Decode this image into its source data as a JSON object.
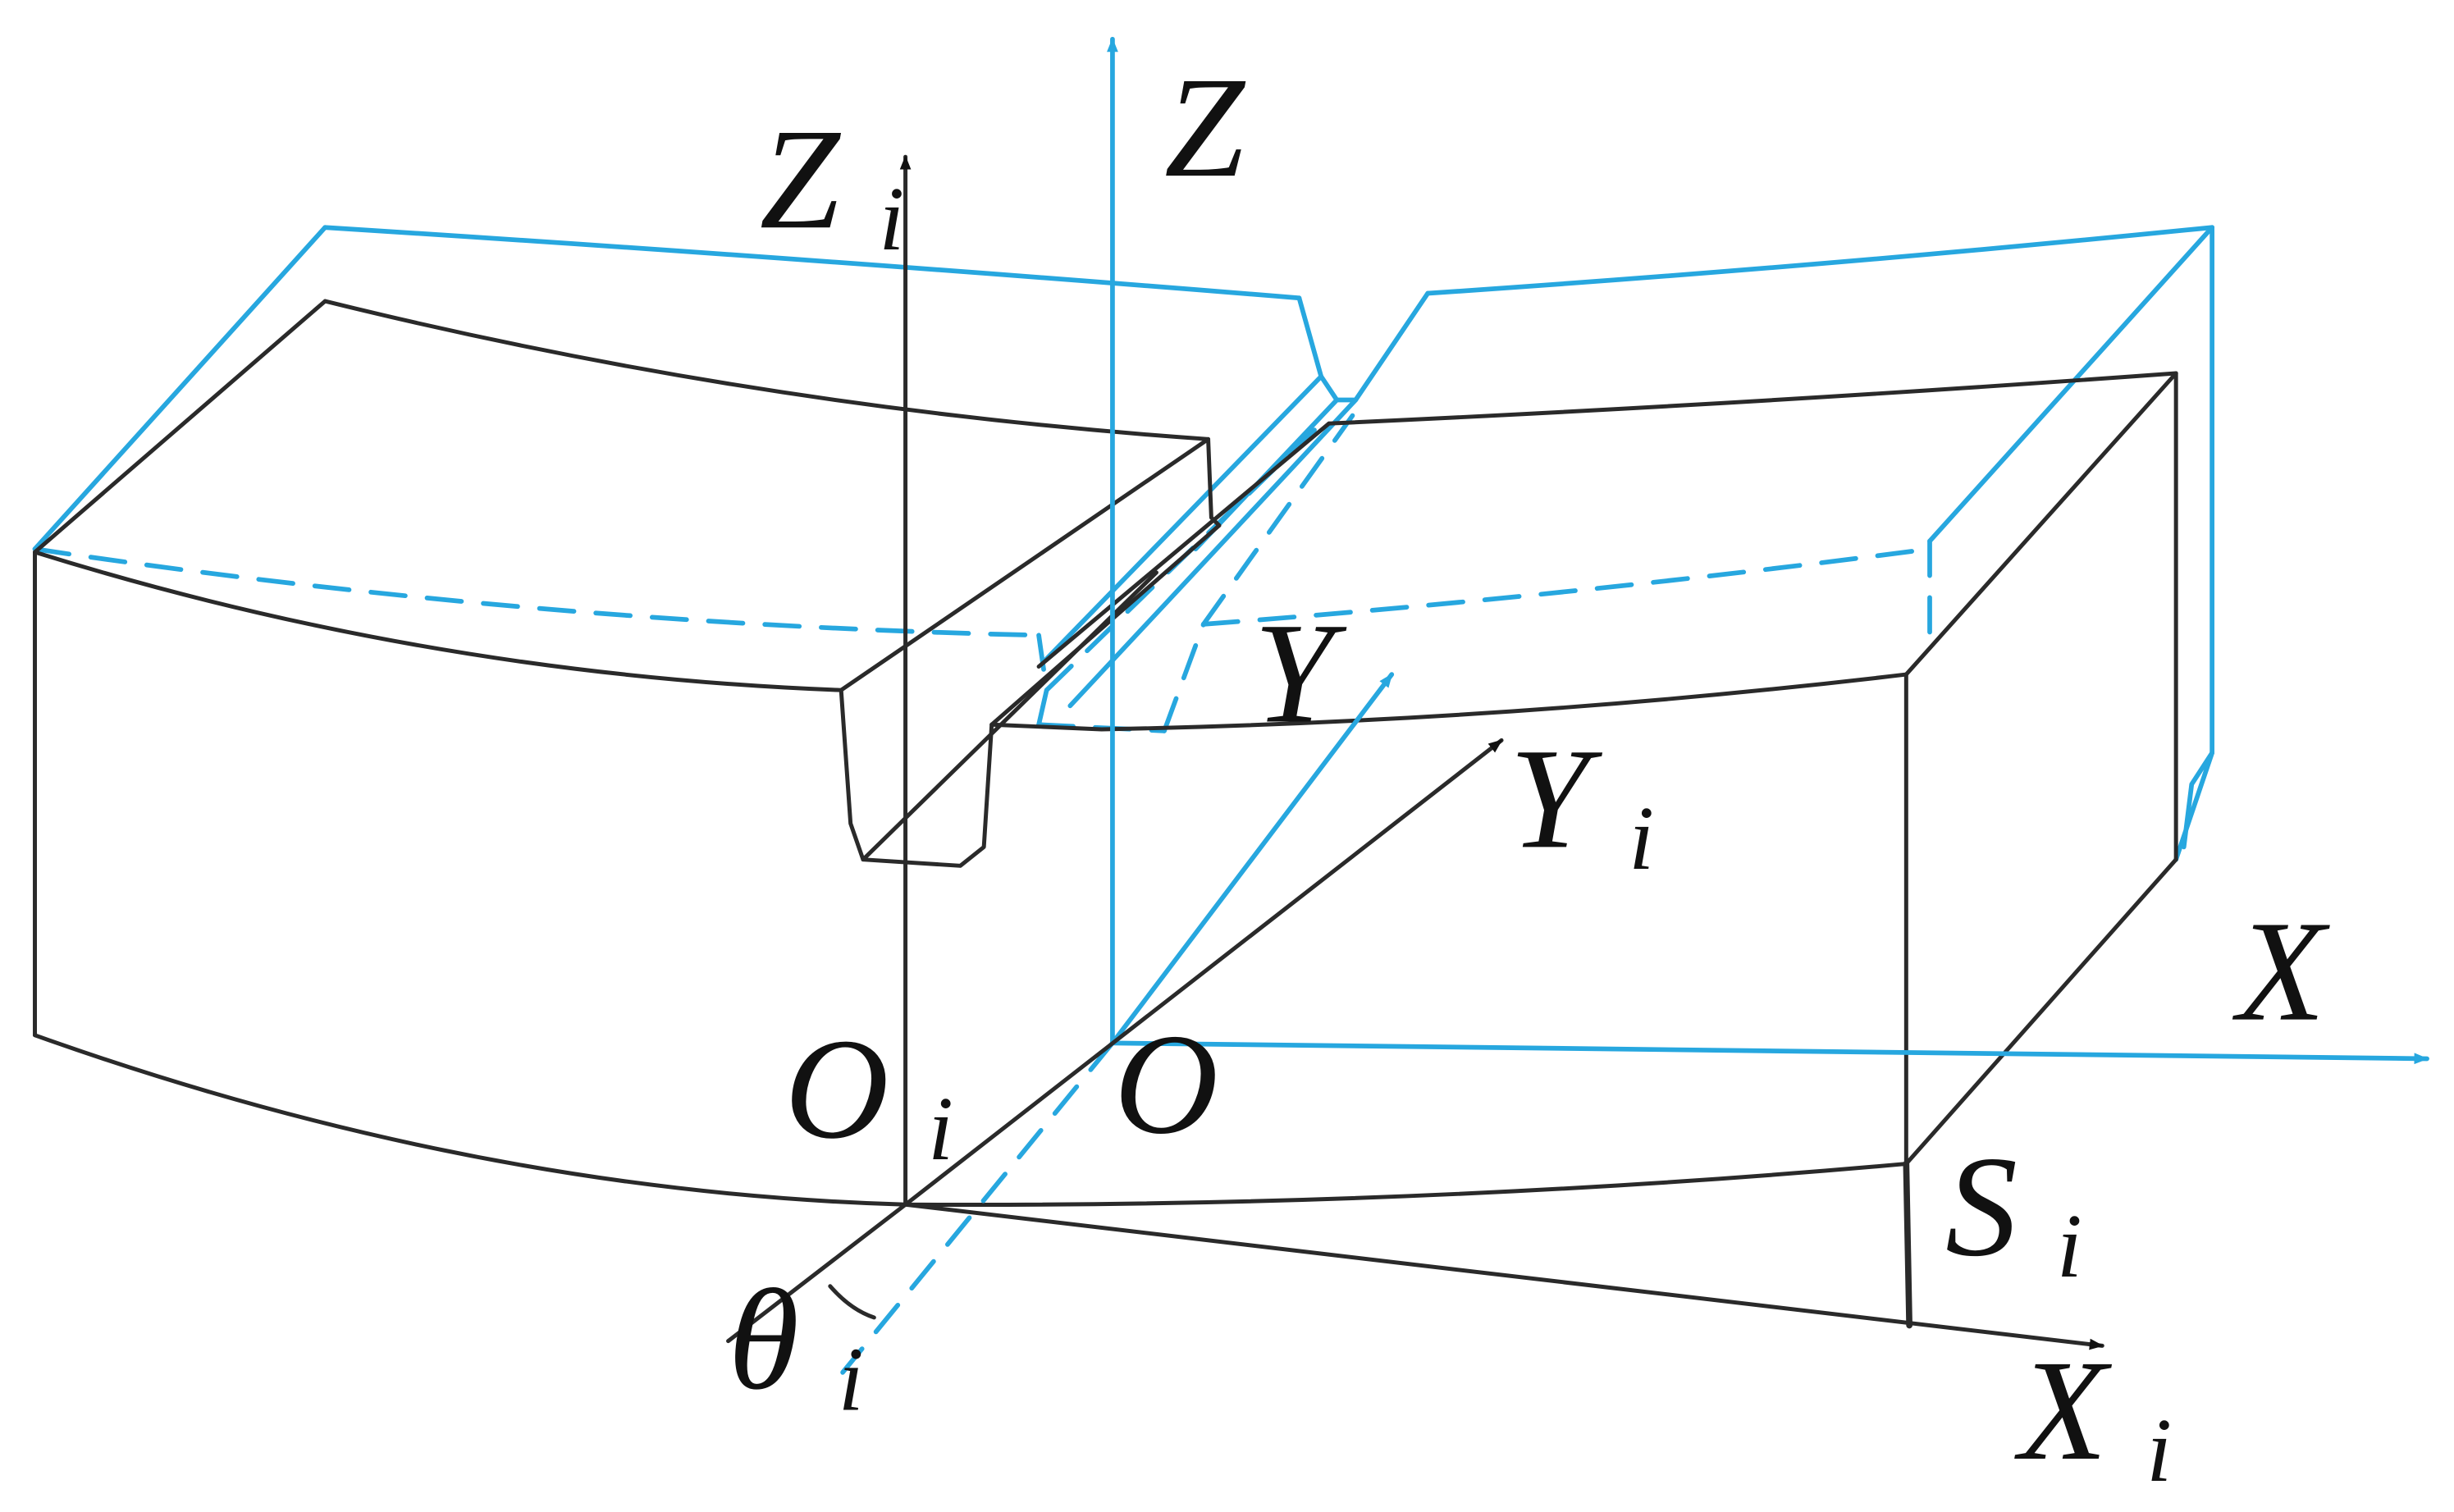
{
  "colors": {
    "workpiece_stroke": "#2a2a2a",
    "global_frame": "#27a7df",
    "local_frame": "#111111"
  },
  "labels": {
    "global_z": "Z",
    "global_x": "X",
    "global_y": "Y",
    "global_origin": "O",
    "local_z": "Z",
    "local_z_sub": "i",
    "local_x": "X",
    "local_x_sub": "i",
    "local_y": "Y",
    "local_y_sub": "i",
    "local_origin": "O",
    "local_origin_sub": "i",
    "offset": "S",
    "offset_sub": "i",
    "angle": "θ",
    "angle_sub": "i"
  }
}
